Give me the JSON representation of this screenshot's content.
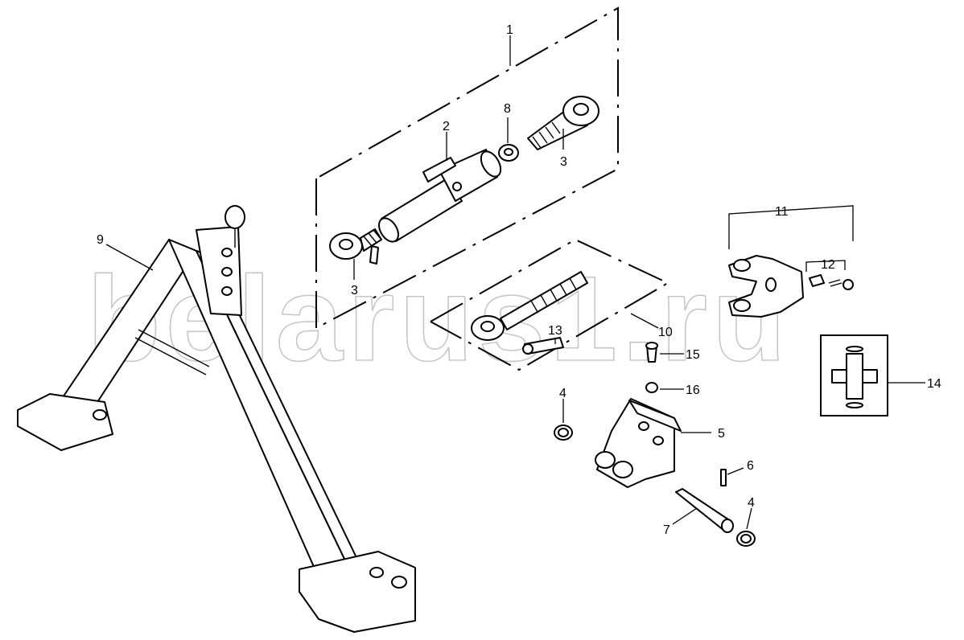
{
  "diagram": {
    "watermark": "belarus1.ru",
    "callouts": {
      "c1": "1",
      "c2": "2",
      "c3a": "3",
      "c3b": "3",
      "c4a": "4",
      "c4b": "4",
      "c5": "5",
      "c6": "6",
      "c7": "7",
      "c8": "8",
      "c9": "9",
      "c10": "10",
      "c11": "11",
      "c12": "12",
      "c13": "13",
      "c14": "14",
      "c15": "15",
      "c16": "16"
    },
    "colors": {
      "line": "#000000",
      "watermark": "#9a9a9a",
      "background": "#ffffff"
    }
  }
}
